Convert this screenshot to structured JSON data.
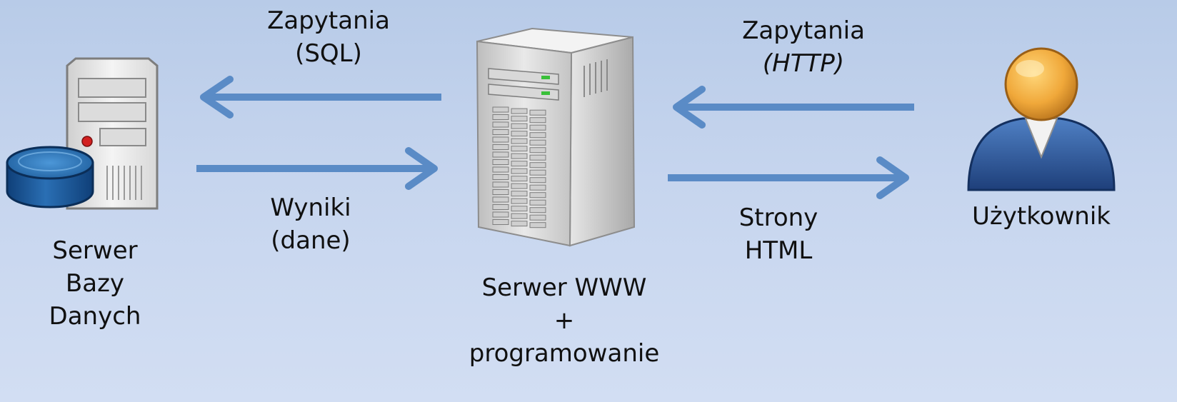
{
  "nodes": {
    "db_server": {
      "icon": "database-server-icon",
      "label_lines": [
        "Serwer",
        "Bazy",
        "Danych"
      ]
    },
    "web_server": {
      "icon": "tower-server-icon",
      "label_lines": [
        "Serwer WWW",
        "+",
        "programowanie"
      ]
    },
    "user": {
      "icon": "user-icon",
      "label": "Użytkownik"
    }
  },
  "edges": {
    "sql_queries": {
      "label_lines": [
        "Zapytania",
        "(SQL)"
      ]
    },
    "results": {
      "label_lines": [
        "Wyniki",
        "(dane)"
      ]
    },
    "http_requests": {
      "label_lines": [
        "Zapytania",
        "(HTTP)"
      ]
    },
    "html_pages": {
      "label_lines": [
        "Strony",
        "HTML"
      ]
    }
  },
  "colors": {
    "arrow": "#5a8bc6",
    "background_top": "#b8cbe8",
    "background_bottom": "#d2def3"
  }
}
